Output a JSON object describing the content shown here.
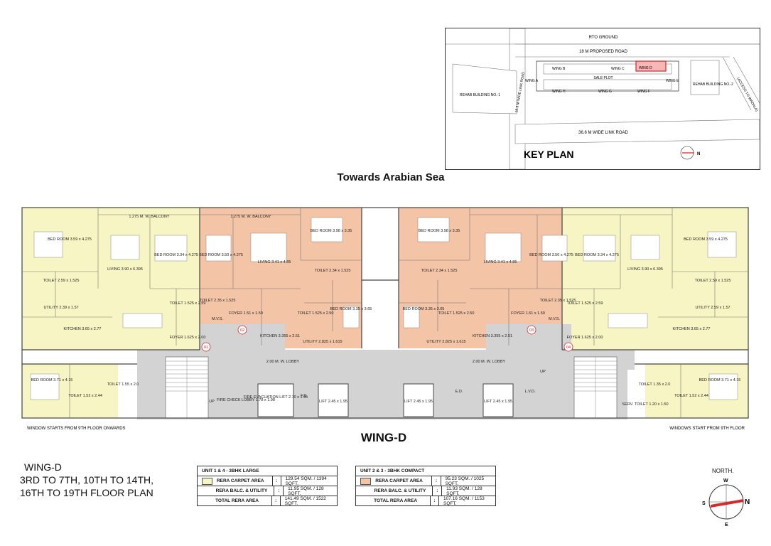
{
  "key_plan": {
    "title": "KEY PLAN",
    "labels": {
      "rto": "RTO GROUND",
      "road_top": "18 M  PROPOSED ROAD",
      "road_left": "18.3 M WIDE LINK ROAD",
      "road_bottom": "36.6 M WIDE LINK ROAD",
      "road_right": "(ACCESS TO WADALA)",
      "wing_a": "WING A",
      "wing_b": "WING B",
      "wing_c": "WING C",
      "wing_d": "WING D",
      "wing_e": "WING E",
      "wing_f": "WING F",
      "wing_g": "WING G",
      "wing_h": "WING H",
      "sale_plot": "SALE PLOT",
      "rehab1": "REHAB BUILDING  NO.-1",
      "rehab2": "REHAB BUILDING  NO.-2"
    }
  },
  "heading": "Towards Arabian Sea",
  "wing_label": "WING-D",
  "plan": {
    "unit_tags": [
      "01",
      "02",
      "03",
      "04"
    ],
    "rooms_left": [
      "BED ROOM 3.59 x 4.275",
      "LIVING 3.90 x 6.395",
      "BED ROOM 3.34 x 4.275",
      "BED ROOM 3.50 x 4.275",
      "LIVING 3.41 x 4.85",
      "BED ROOM 3.98 x 3.35",
      "TOILET 2.59 x 1.525",
      "UTILITY 2.39 x 1.57",
      "KITCHEN 3.65 x 2.77",
      "TOILET 1.525 x 2.59",
      "FOYER 1.625 x 2.00",
      "TOILET 2.35 x 1.525",
      "FOYER 1.51 x 1.59",
      "KITCHEN 3.355 x 2.51",
      "TOILET 2.34 x 1.525",
      "TOILET 1.525 x 2.50",
      "BED ROOM 3.35 x 3.65",
      "UTILITY 2.825 x 1.615",
      "BED ROOM 3.71 x 4.15",
      "TOILET 1.52 x 2.44",
      "TOILET 1.55 x 2.0",
      "1.275 M. W. BALCONY",
      "1.275 M. W. BALCONY",
      "2.00 M. W. LOBBY",
      "FIRE CHECK LOBBY 1.78 x 1.98",
      "FIRE EVACUATION LIFT 2.70 x 1.95",
      "LIFT 2.45 x 1.95",
      "M.V.S.",
      "F.D.",
      "UP"
    ],
    "rooms_right": [
      "BED ROOM 3.98 x 3.35",
      "LIVING 3.41 x 4.85",
      "BED ROOM 3.50 x 4.275",
      "BED ROOM 3.34 x 4.275",
      "LIVING 3.90 x 6.395",
      "BED ROOM 3.59 x 4.275",
      "TOILET 2.34 x 1.525",
      "BED ROOM 3.35 x 3.65",
      "TOILET 1.525 x 2.50",
      "KITCHEN 3.355 x 2.51",
      "FOYER 1.51 x 1.59",
      "TOILET 2.35 x 1.525",
      "TOILET 1.525 x 2.59",
      "FOYER 1.625 x 2.00",
      "KITCHEN 3.65 x 2.77",
      "UTILITY 2.59 x 1.57",
      "TOILET 2.59 x 1.525",
      "UTILITY 2.825 x 1.615",
      "BED ROOM 3.71 x 4.15",
      "TOILET 1.52 x 2.44",
      "TOILET 1.35 x 2.0",
      "SERV. TOILET 1.20 x 1.50",
      "2.00 M. W. LOBBY",
      "LIFT 2.45 x 1.95",
      "LIFT 2.45 x 1.95",
      "L.V.D.",
      "E.D.",
      "M.V.S.",
      "UP"
    ],
    "note_left": "WINDOW STARTS FROM 9TH FLOOR ONWARDS",
    "note_right": "WINDOWS START FROM 9TH FLOOR"
  },
  "floor_info": {
    "line1": "WING-D",
    "line2": "3RD TO 7TH, 10TH TO 14TH,",
    "line3": "16TH TO 19TH FLOOR PLAN"
  },
  "table1": {
    "header": "UNIT  1 & 4  -  3BHK LARGE",
    "swatch_color": "#f7f5c3",
    "rows": [
      {
        "label": "RERA CARPET AREA",
        "colon": ":",
        "value": "129.54 SQM. / 1394  SQFT."
      },
      {
        "label": "RERA BALC. & UTILITY",
        "colon": ":",
        "value": "11.95 SQM. / 128  SQFT."
      },
      {
        "label": "TOTAL RERA AREA",
        "colon": ":",
        "value": "141.49 SQM. / 1522  SQFT."
      }
    ]
  },
  "table2": {
    "header": "UNIT  2 & 3  -  3BHK COMPACT",
    "swatch_color": "#f4c4a6",
    "rows": [
      {
        "label": "RERA CARPET AREA",
        "colon": ":",
        "value": "95.23 SQM. / 1025  SQFT."
      },
      {
        "label": "RERA BALC. & UTILITY",
        "colon": ":",
        "value": "11.93 SQM. / 128  SQFT."
      },
      {
        "label": "TOTAL RERA AREA",
        "colon": ":",
        "value": "107.16 SQM. / 1153  SQFT."
      }
    ]
  },
  "compass": {
    "title": "NORTH.",
    "n": "N",
    "s": "S",
    "e": "E",
    "w": "W"
  },
  "colors": {
    "unit_large": "#f7f5c3",
    "unit_compact": "#f4c4a6",
    "core": "#d3d3d3",
    "accent": "#d62828"
  }
}
